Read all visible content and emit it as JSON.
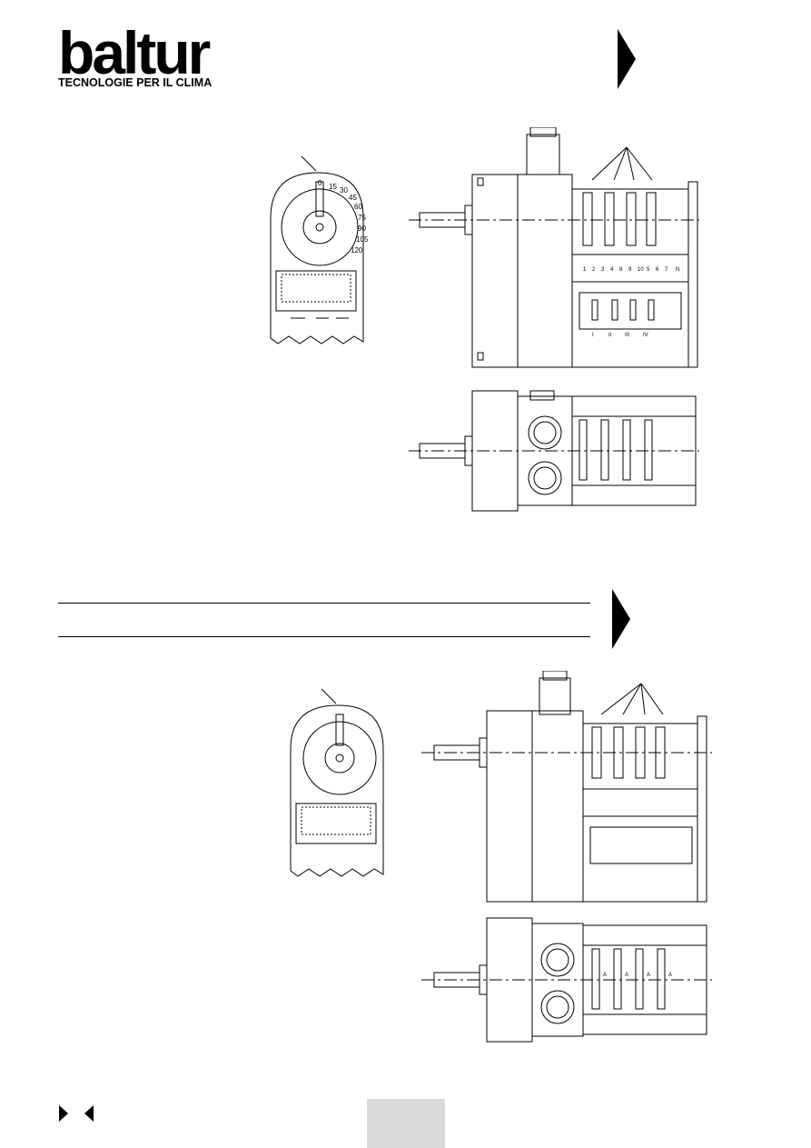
{
  "logo": {
    "wordmark": "baltur",
    "tagline": "TECNOLOGIE PER IL CLIMA"
  },
  "dial": {
    "scale": [
      "0",
      "15",
      "30",
      "45",
      "60",
      "75",
      "90",
      "105",
      "120"
    ]
  },
  "terminal_numbers": [
    "1",
    "2",
    "3",
    "4",
    "8",
    "9",
    "10",
    "5",
    "6",
    "7",
    "N"
  ],
  "cam_labels": [
    "I",
    "II",
    "III",
    "IV"
  ],
  "cam_letter": "A",
  "colors": {
    "ink": "#000000",
    "page_box": "#d9d9d9"
  },
  "icons": [
    "arrow-right-icon",
    "arrow-left-icon"
  ]
}
